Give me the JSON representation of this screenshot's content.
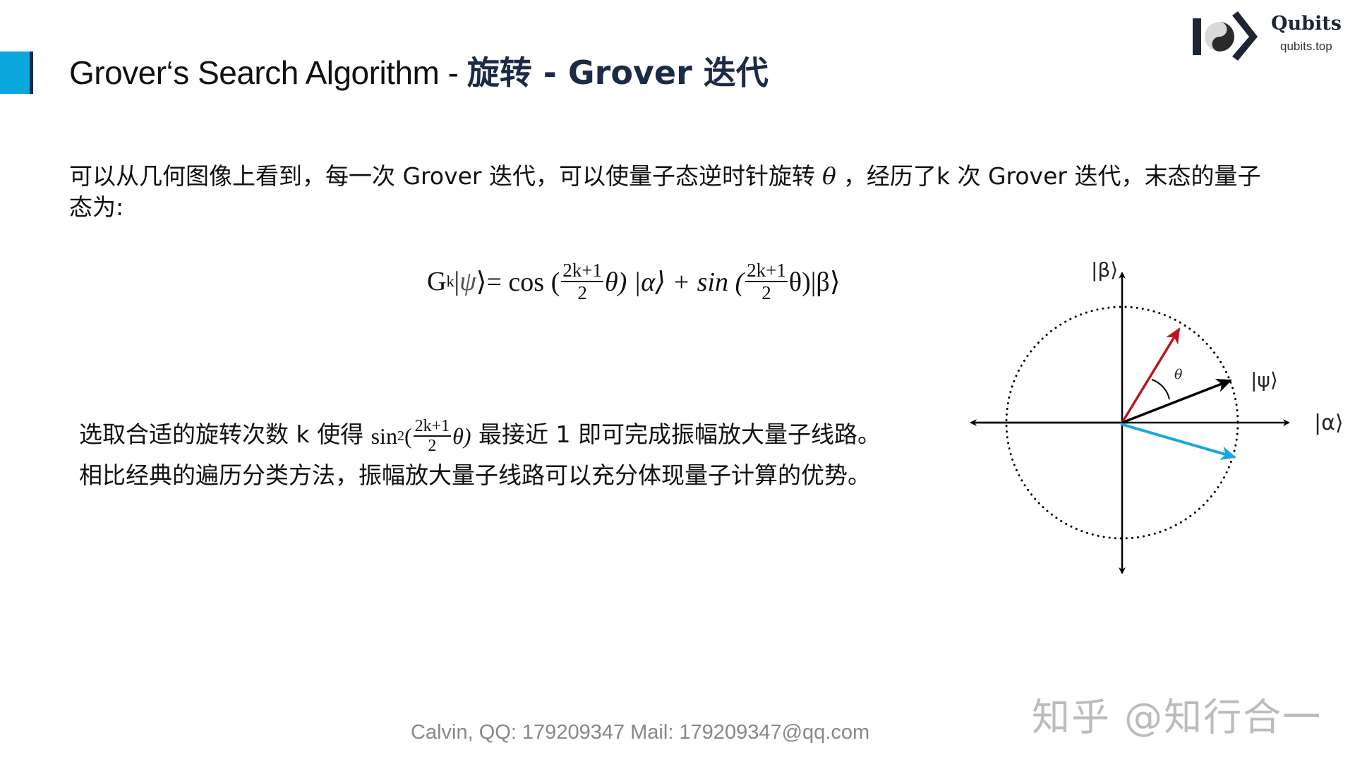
{
  "slide": {
    "title_prefix": "Grover‘s Search Algorithm - ",
    "title_highlight": "旋转 - Grover 迭代",
    "accent_colors": {
      "cyan": "#0aa8dc",
      "navy": "#14284f",
      "title_highlight": "#1b2a47"
    }
  },
  "logo": {
    "name": "Qubits",
    "url": "qubits.top",
    "icon": "yin-yang-chevron-logo-icon"
  },
  "paragraph1": {
    "before_theta": "可以从几何图像上看到，每一次 Grover 迭代，可以使量子态逆时针旋转",
    "theta": "θ",
    "after_theta": "，经历了k 次 Grover 迭代，末态的量子态为:"
  },
  "equation": {
    "lhs_G": "G",
    "lhs_sup": "k",
    "lhs_ket_open": "|",
    "lhs_psi": "ψ",
    "lhs_ket_close": "⟩= cos (",
    "frac1_num": "2k+1",
    "frac1_den": "2",
    "mid": "θ) |α⟩ + sin (",
    "frac2_num": "2k+1",
    "frac2_den": "2",
    "end": "θ)|β⟩"
  },
  "paragraph2": {
    "line1_before": "选取合适的旋转次数 k 使得 ",
    "math_sin": "sin",
    "math_sup": "2",
    "math_open": "(",
    "frac_num": "2k+1",
    "frac_den": "2",
    "math_close": "θ)",
    "line1_after": " 最接近 1 即可完成振幅放大量子线路。",
    "line2": "相比经典的遍历分类方法，振幅放大量子线路可以充分体现量子计算的优势。"
  },
  "diagram": {
    "axis_label_vertical": "|β⟩",
    "axis_label_horizontal": "|α⟩",
    "vector_label_psi": "|ψ⟩",
    "angle_label": "θ",
    "colors": {
      "rotated_vector": "#c0141c",
      "psi_vector": "#000000",
      "reflected_vector": "#1aa7e0",
      "axes": "#000000",
      "circle": "#000000"
    }
  },
  "footer": {
    "text": "Calvin,  QQ: 179209347   Mail: 179209347@qq.com"
  },
  "watermark": {
    "text": "知乎 @知行合一"
  }
}
